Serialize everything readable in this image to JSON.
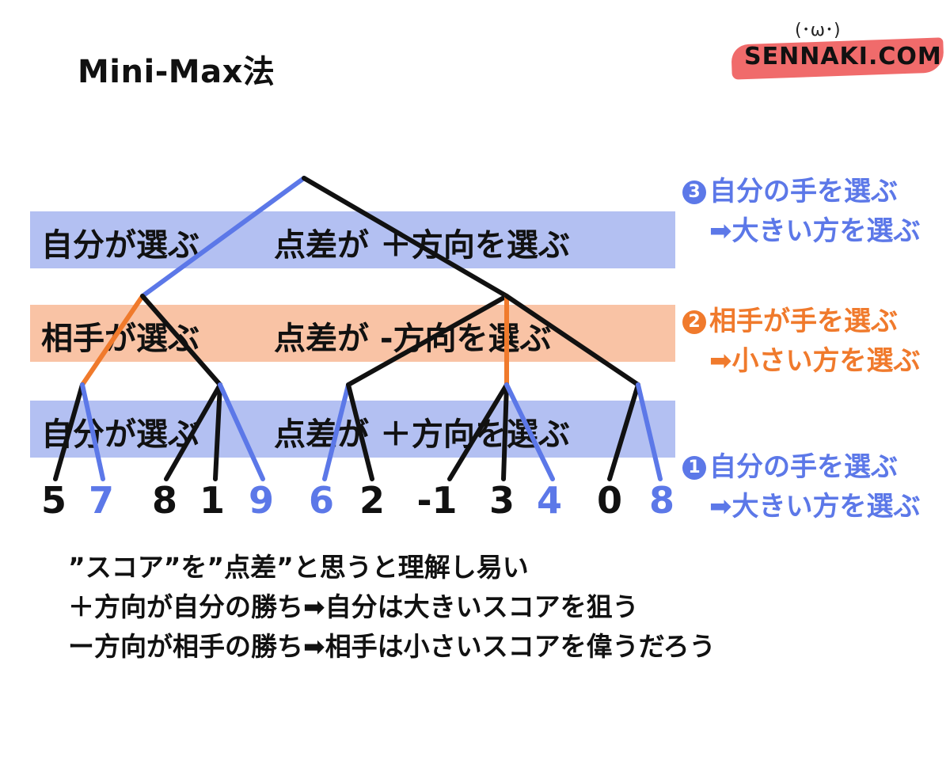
{
  "title": "Mini-Max法",
  "logo": {
    "text": "SENNAKI.COM",
    "face": "(･ω･)"
  },
  "bands": {
    "top": {
      "who": "自分が選ぶ",
      "rule": "点差が ＋方向を選ぶ"
    },
    "mid": {
      "who": "相手が選ぶ",
      "rule": "点差が -方向を選ぶ"
    },
    "bot": {
      "who": "自分が選ぶ",
      "rule": "点差が ＋方向を選ぶ"
    }
  },
  "leaves": [
    "5",
    "7",
    "8",
    "1",
    "9",
    "6",
    "2",
    "-1",
    "3",
    "4",
    "0",
    "8"
  ],
  "side": {
    "step3_num": "3",
    "step3_line1": "自分の手を選ぶ",
    "step3_line2": "➡大きい方を選ぶ",
    "step2_num": "2",
    "step2_line1": "相手が手を選ぶ",
    "step2_line2": "➡小さい方を選ぶ",
    "step1_num": "1",
    "step1_line1": "自分の手を選ぶ",
    "step1_line2": "➡大きい方を選ぶ"
  },
  "notes": [
    "”スコア”を”点差”と思うと理解し易い",
    "＋方向が自分の勝ち➡自分は大きいスコアを狙う",
    "ー方向が相手の勝ち➡相手は小さいスコアを偉うだろう"
  ],
  "colors": {
    "blue": "#5c78e8",
    "orange": "#f07a2c",
    "black": "#111111",
    "band_blue": "#b3c0f2",
    "band_orange": "#f9c3a5"
  }
}
